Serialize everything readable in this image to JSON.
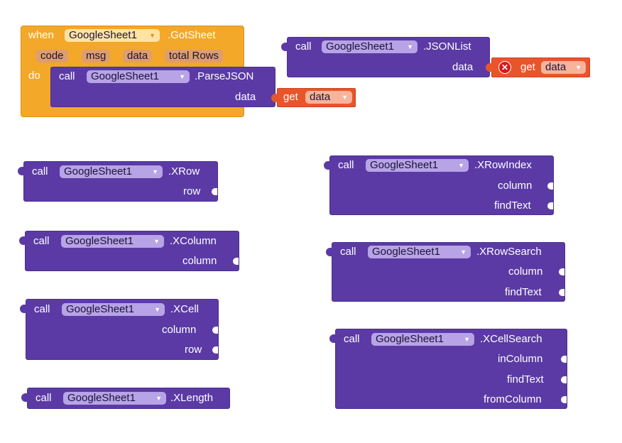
{
  "event": {
    "when": "when",
    "component": "GoogleSheet1",
    "event_name": ".GotSheet",
    "params": [
      "code",
      "msg",
      "data",
      "total Rows"
    ],
    "do": "do"
  },
  "blocks": {
    "call": "call",
    "component": "GoogleSheet1",
    "get": "get",
    "data_var": "data",
    "parsejson": {
      "method": ".ParseJSON",
      "arg": "data"
    },
    "jsonlist": {
      "method": ".JSONList",
      "arg": "data"
    },
    "xrow": {
      "method": ".XRow",
      "arg": "row"
    },
    "xcolumn": {
      "method": ".XColumn",
      "arg": "column"
    },
    "xcell": {
      "method": ".XCell",
      "arg1": "column",
      "arg2": "row"
    },
    "xlength": {
      "method": ".XLength"
    },
    "xrowindex": {
      "method": ".XRowIndex",
      "arg1": "column",
      "arg2": "findText"
    },
    "xrowsearch": {
      "method": ".XRowSearch",
      "arg1": "column",
      "arg2": "findText"
    },
    "xcellsearch": {
      "method": ".XCellSearch",
      "arg1": "inColumn",
      "arg2": "findText",
      "arg3": "fromColumn"
    }
  },
  "colors": {
    "procedure": "#5b3aa6",
    "event": "#f3a829",
    "variable": "#e8552a",
    "error": "#d61a1a"
  }
}
